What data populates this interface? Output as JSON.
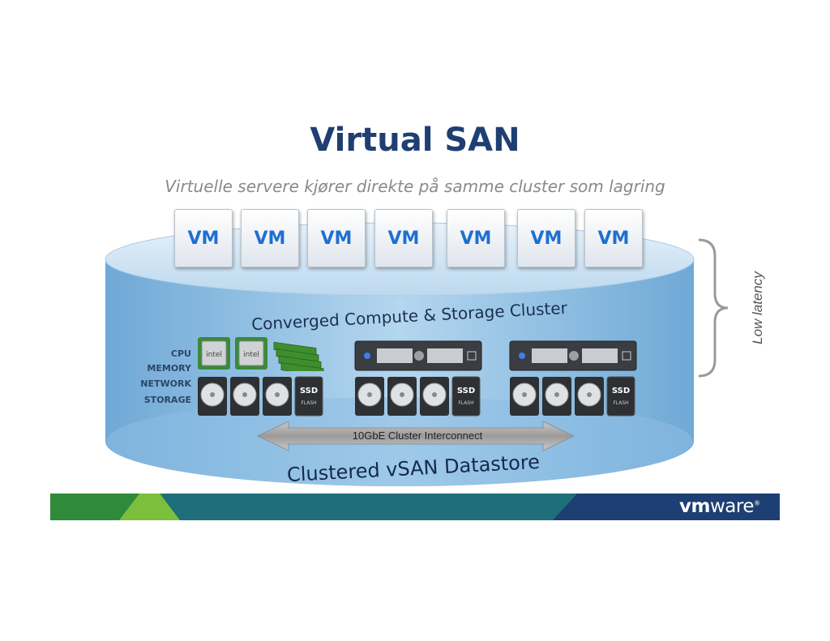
{
  "title": "Virtual SAN",
  "subtitle": "Virtuelle servere kjører direkte på samme cluster som lagring",
  "vms": [
    "VM",
    "VM",
    "VM",
    "VM",
    "VM",
    "VM",
    "VM"
  ],
  "cluster_label": "Converged Compute & Storage Cluster",
  "resources": [
    "CPU",
    "MEMORY",
    "NETWORK",
    "STORAGE"
  ],
  "cpu_brand": "intel",
  "ssd_label": "SSD",
  "flash_label": "FLASH",
  "interconnect": "10GbE Cluster Interconnect",
  "datastore": "Clustered vSAN Datastore",
  "latency": "Low latency",
  "logo": {
    "bold": "vm",
    "rest": "ware",
    "mark": "®"
  },
  "colors": {
    "title": "#1f3f73",
    "vm_text": "#1f6fd1",
    "cylinder": "#8fc0e6",
    "banner_green": "#3f9b3c",
    "banner_teal": "#1e6f7a",
    "banner_navy": "#1d3f73"
  }
}
